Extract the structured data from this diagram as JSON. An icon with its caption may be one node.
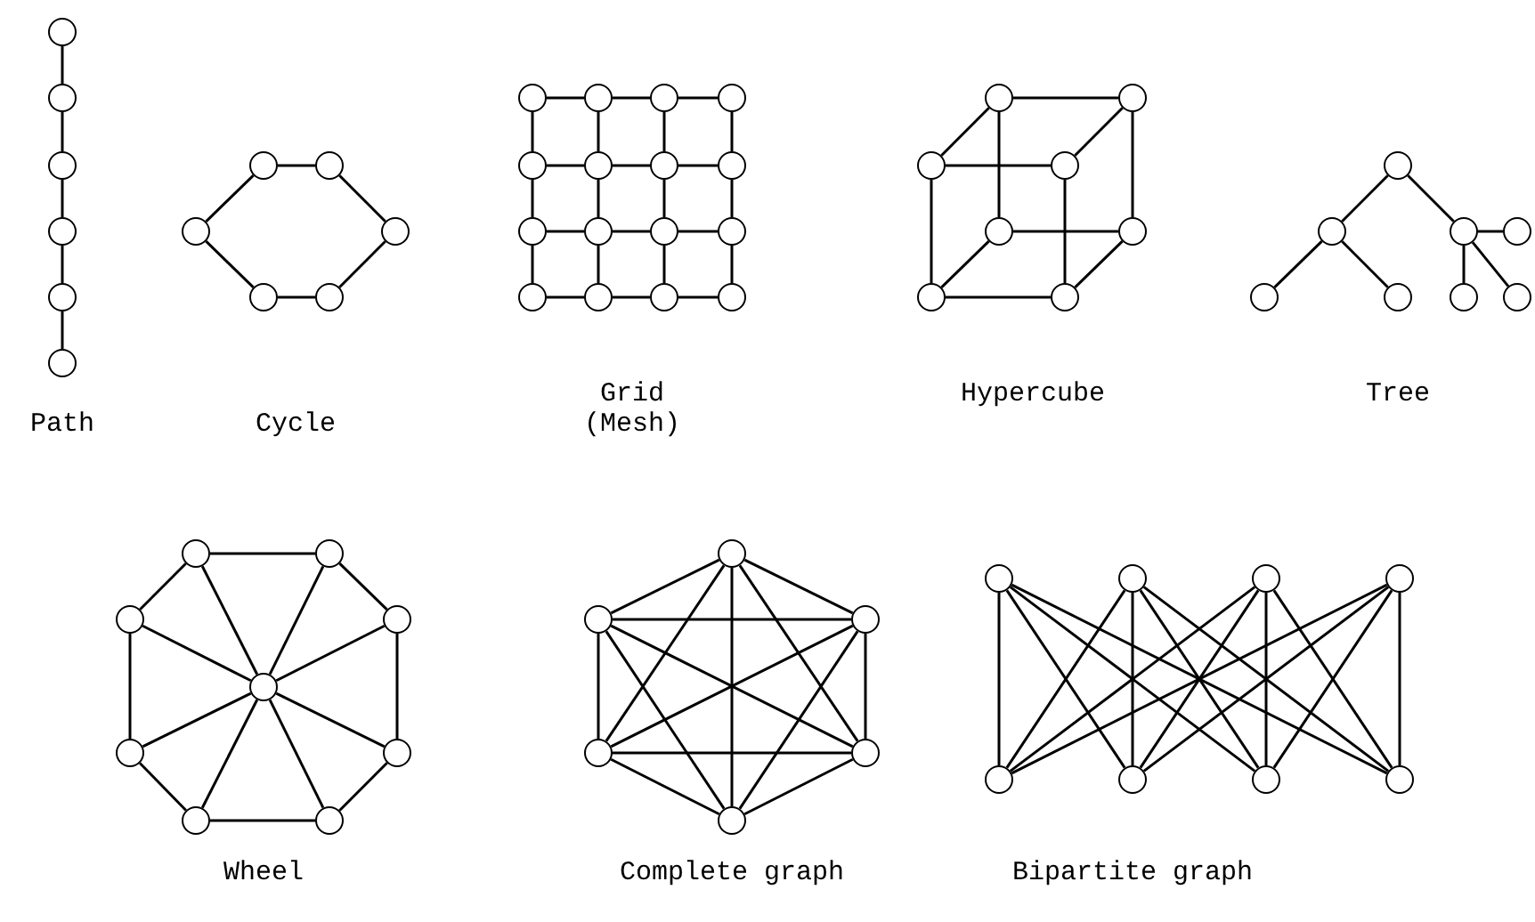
{
  "diagram": {
    "nodes": [
      {
        "text": [],
        "shape": "circle"
      },
      {
        "text": [],
        "shape": "circle"
      },
      {
        "text": [],
        "shape": "circle"
      },
      {
        "text": [],
        "shape": "circle"
      },
      {
        "text": [],
        "shape": "circle"
      },
      {
        "text": [],
        "shape": "circle"
      },
      {
        "text": [],
        "shape": "circle"
      },
      {
        "text": [],
        "shape": "circle"
      },
      {
        "text": [],
        "shape": "circle"
      },
      {
        "text": [],
        "shape": "circle"
      },
      {
        "text": [],
        "shape": "circle"
      },
      {
        "text": [],
        "shape": "circle"
      },
      {
        "text": [],
        "shape": "circle"
      },
      {
        "text": [],
        "shape": "circle"
      },
      {
        "text": [],
        "shape": "circle"
      },
      {
        "text": [],
        "shape": "circle"
      },
      {
        "text": [],
        "shape": "circle"
      },
      {
        "text": [],
        "shape": "circle"
      },
      {
        "text": [],
        "shape": "circle"
      },
      {
        "text": [],
        "shape": "circle"
      },
      {
        "text": [],
        "shape": "circle"
      },
      {
        "text": [],
        "shape": "circle"
      },
      {
        "text": [],
        "shape": "circle"
      },
      {
        "text": [],
        "shape": "circle"
      },
      {
        "text": [],
        "shape": "circle"
      },
      {
        "text": [],
        "shape": "circle"
      },
      {
        "text": [],
        "shape": "circle"
      },
      {
        "text": [],
        "shape": "circle"
      },
      {
        "text": [],
        "shape": "circle"
      },
      {
        "text": [],
        "shape": "circle"
      },
      {
        "text": [],
        "shape": "circle"
      },
      {
        "text": [],
        "shape": "circle"
      },
      {
        "text": [],
        "shape": "circle"
      },
      {
        "text": [],
        "shape": "circle"
      },
      {
        "text": [],
        "shape": "circle"
      },
      {
        "text": [],
        "shape": "circle"
      },
      {
        "text": [],
        "shape": "circle"
      },
      {
        "text": [],
        "shape": "circle"
      },
      {
        "text": [],
        "shape": "circle"
      },
      {
        "text": [],
        "shape": "circle"
      },
      {
        "text": [],
        "shape": "circle"
      },
      {
        "text": [],
        "shape": "circle"
      },
      {
        "text": [],
        "shape": "circle"
      },
      {
        "text": [],
        "shape": "circle"
      },
      {
        "text": [],
        "shape": "circle"
      },
      {
        "text": [],
        "shape": "circle"
      },
      {
        "text": [],
        "shape": "circle"
      },
      {
        "text": [],
        "shape": "circle"
      },
      {
        "text": [],
        "shape": "circle"
      },
      {
        "text": [],
        "shape": "circle"
      },
      {
        "text": [],
        "shape": "circle"
      },
      {
        "text": [],
        "shape": "circle"
      },
      {
        "text": [],
        "shape": "circle"
      },
      {
        "text": [],
        "shape": "circle"
      },
      {
        "text": [],
        "shape": "circle"
      },
      {
        "text": [],
        "shape": "circle"
      },
      {
        "text": [],
        "shape": "circle"
      },
      {
        "text": [],
        "shape": "circle"
      },
      {
        "text": [],
        "shape": "circle"
      },
      {
        "text": [],
        "shape": "circle"
      },
      {
        "text": [],
        "shape": "circle"
      },
      {
        "text": [],
        "shape": "circle"
      },
      {
        "text": [],
        "shape": "circle"
      },
      {
        "text": [],
        "shape": "circle"
      },
      {
        "text": [],
        "shape": "circle"
      },
      {
        "text": [],
        "shape": "circle"
      },
      {
        "text": [],
        "shape": "circle"
      }
    ],
    "edges": [
      {
        "from": 0,
        "to": 1,
        "arrow": "none"
      },
      {
        "from": 1,
        "to": 2,
        "arrow": "none"
      },
      {
        "from": 2,
        "to": 3,
        "arrow": "none"
      },
      {
        "from": 3,
        "to": 4,
        "arrow": "none"
      },
      {
        "from": 4,
        "to": 5,
        "arrow": "none"
      },
      {
        "from": 6,
        "to": 7,
        "arrow": "none"
      },
      {
        "from": 7,
        "to": 8,
        "arrow": "none"
      },
      {
        "from": 8,
        "to": 9,
        "arrow": "none"
      },
      {
        "from": 9,
        "to": 10,
        "arrow": "none"
      },
      {
        "from": 10,
        "to": 11,
        "arrow": "none"
      },
      {
        "from": 11,
        "to": 6,
        "arrow": "none"
      },
      {
        "from": 12,
        "to": 13,
        "arrow": "none"
      },
      {
        "from": 13,
        "to": 14,
        "arrow": "none"
      },
      {
        "from": 14,
        "to": 15,
        "arrow": "none"
      },
      {
        "from": 16,
        "to": 17,
        "arrow": "none"
      },
      {
        "from": 17,
        "to": 18,
        "arrow": "none"
      },
      {
        "from": 18,
        "to": 19,
        "arrow": "none"
      },
      {
        "from": 20,
        "to": 21,
        "arrow": "none"
      },
      {
        "from": 21,
        "to": 22,
        "arrow": "none"
      },
      {
        "from": 22,
        "to": 23,
        "arrow": "none"
      },
      {
        "from": 24,
        "to": 25,
        "arrow": "none"
      },
      {
        "from": 25,
        "to": 26,
        "arrow": "none"
      },
      {
        "from": 26,
        "to": 27,
        "arrow": "none"
      },
      {
        "from": 12,
        "to": 16,
        "arrow": "none"
      },
      {
        "from": 13,
        "to": 17,
        "arrow": "none"
      },
      {
        "from": 14,
        "to": 18,
        "arrow": "none"
      },
      {
        "from": 15,
        "to": 19,
        "arrow": "none"
      },
      {
        "from": 16,
        "to": 20,
        "arrow": "none"
      },
      {
        "from": 17,
        "to": 21,
        "arrow": "none"
      },
      {
        "from": 18,
        "to": 22,
        "arrow": "none"
      },
      {
        "from": 19,
        "to": 23,
        "arrow": "none"
      },
      {
        "from": 20,
        "to": 24,
        "arrow": "none"
      },
      {
        "from": 21,
        "to": 25,
        "arrow": "none"
      },
      {
        "from": 22,
        "to": 26,
        "arrow": "none"
      },
      {
        "from": 23,
        "to": 27,
        "arrow": "none"
      },
      {
        "from": 28,
        "to": 29,
        "arrow": "none"
      },
      {
        "from": 29,
        "to": 33,
        "arrow": "none"
      },
      {
        "from": 33,
        "to": 32,
        "arrow": "none"
      },
      {
        "from": 32,
        "to": 28,
        "arrow": "none"
      },
      {
        "from": 30,
        "to": 31,
        "arrow": "none"
      },
      {
        "from": 31,
        "to": 35,
        "arrow": "none"
      },
      {
        "from": 35,
        "to": 34,
        "arrow": "none"
      },
      {
        "from": 34,
        "to": 30,
        "arrow": "none"
      },
      {
        "from": 28,
        "to": 30,
        "arrow": "none"
      },
      {
        "from": 29,
        "to": 31,
        "arrow": "none"
      },
      {
        "from": 32,
        "to": 34,
        "arrow": "none"
      },
      {
        "from": 33,
        "to": 35,
        "arrow": "none"
      },
      {
        "from": 36,
        "to": 37,
        "arrow": "none"
      },
      {
        "from": 36,
        "to": 38,
        "arrow": "none"
      },
      {
        "from": 37,
        "to": 40,
        "arrow": "none"
      },
      {
        "from": 37,
        "to": 41,
        "arrow": "none"
      },
      {
        "from": 38,
        "to": 39,
        "arrow": "none"
      },
      {
        "from": 38,
        "to": 42,
        "arrow": "none"
      },
      {
        "from": 38,
        "to": 43,
        "arrow": "none"
      },
      {
        "from": 44,
        "to": 45,
        "arrow": "none"
      },
      {
        "from": 45,
        "to": 47,
        "arrow": "none"
      },
      {
        "from": 47,
        "to": 50,
        "arrow": "none"
      },
      {
        "from": 50,
        "to": 52,
        "arrow": "none"
      },
      {
        "from": 52,
        "to": 51,
        "arrow": "none"
      },
      {
        "from": 51,
        "to": 49,
        "arrow": "none"
      },
      {
        "from": 49,
        "to": 46,
        "arrow": "none"
      },
      {
        "from": 46,
        "to": 44,
        "arrow": "none"
      },
      {
        "from": 48,
        "to": 44,
        "arrow": "none"
      },
      {
        "from": 48,
        "to": 45,
        "arrow": "none"
      },
      {
        "from": 48,
        "to": 46,
        "arrow": "none"
      },
      {
        "from": 48,
        "to": 47,
        "arrow": "none"
      },
      {
        "from": 48,
        "to": 49,
        "arrow": "none"
      },
      {
        "from": 48,
        "to": 50,
        "arrow": "none"
      },
      {
        "from": 48,
        "to": 51,
        "arrow": "none"
      },
      {
        "from": 48,
        "to": 52,
        "arrow": "none"
      },
      {
        "from": 53,
        "to": 54,
        "arrow": "none"
      },
      {
        "from": 53,
        "to": 55,
        "arrow": "none"
      },
      {
        "from": 53,
        "to": 56,
        "arrow": "none"
      },
      {
        "from": 53,
        "to": 57,
        "arrow": "none"
      },
      {
        "from": 53,
        "to": 58,
        "arrow": "none"
      },
      {
        "from": 54,
        "to": 55,
        "arrow": "none"
      },
      {
        "from": 54,
        "to": 56,
        "arrow": "none"
      },
      {
        "from": 54,
        "to": 57,
        "arrow": "none"
      },
      {
        "from": 54,
        "to": 58,
        "arrow": "none"
      },
      {
        "from": 55,
        "to": 56,
        "arrow": "none"
      },
      {
        "from": 55,
        "to": 57,
        "arrow": "none"
      },
      {
        "from": 55,
        "to": 58,
        "arrow": "none"
      },
      {
        "from": 56,
        "to": 57,
        "arrow": "none"
      },
      {
        "from": 56,
        "to": 58,
        "arrow": "none"
      },
      {
        "from": 57,
        "to": 58,
        "arrow": "none"
      },
      {
        "from": 59,
        "to": 63,
        "arrow": "none"
      },
      {
        "from": 59,
        "to": 64,
        "arrow": "none"
      },
      {
        "from": 59,
        "to": 65,
        "arrow": "none"
      },
      {
        "from": 59,
        "to": 66,
        "arrow": "none"
      },
      {
        "from": 60,
        "to": 63,
        "arrow": "none"
      },
      {
        "from": 60,
        "to": 64,
        "arrow": "none"
      },
      {
        "from": 60,
        "to": 65,
        "arrow": "none"
      },
      {
        "from": 60,
        "to": 66,
        "arrow": "none"
      },
      {
        "from": 61,
        "to": 63,
        "arrow": "none"
      },
      {
        "from": 61,
        "to": 64,
        "arrow": "none"
      },
      {
        "from": 61,
        "to": 65,
        "arrow": "none"
      },
      {
        "from": 61,
        "to": 66,
        "arrow": "none"
      },
      {
        "from": 62,
        "to": 63,
        "arrow": "none"
      },
      {
        "from": 62,
        "to": 64,
        "arrow": "none"
      },
      {
        "from": 62,
        "to": 65,
        "arrow": "none"
      },
      {
        "from": 62,
        "to": 66,
        "arrow": "none"
      }
    ],
    "labels": [
      "Path",
      "Cycle",
      "Grid (Mesh)",
      "Hypercube",
      "Tree",
      "Wheel",
      "Complete graph",
      "Bipartite graph"
    ]
  }
}
